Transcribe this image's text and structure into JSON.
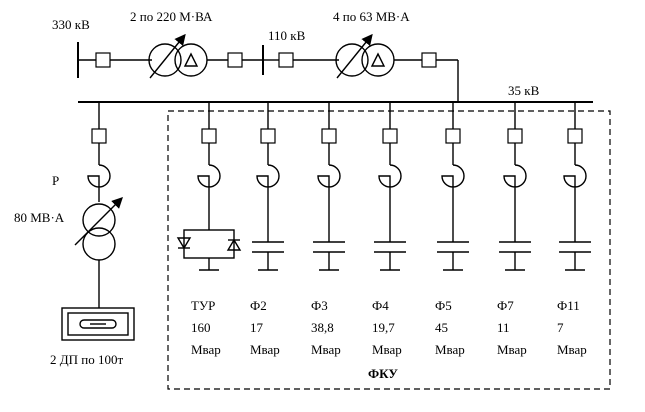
{
  "labels": {
    "voltage_330": "330 кВ",
    "autotransformer": "2 по 220 М·ВА",
    "voltage_110": "110 кВ",
    "transformer_110_35": "4 по 63 МВ·А",
    "voltage_35": "35 кВ",
    "reactor_label": "Р",
    "furnace_transformer": "80 МВ·А",
    "furnace": "2 ДП по 100т",
    "group_label": "ФКУ"
  },
  "feeders": [
    {
      "name": "ТУР",
      "value": "160",
      "unit": "Мвар",
      "kind": "thyristor"
    },
    {
      "name": "Ф2",
      "value": "17",
      "unit": "Мвар",
      "kind": "filter"
    },
    {
      "name": "Ф3",
      "value": "38,8",
      "unit": "Мвар",
      "kind": "filter"
    },
    {
      "name": "Ф4",
      "value": "19,7",
      "unit": "Мвар",
      "kind": "filter"
    },
    {
      "name": "Ф5",
      "value": "45",
      "unit": "Мвар",
      "kind": "filter"
    },
    {
      "name": "Ф7",
      "value": "11",
      "unit": "Мвар",
      "kind": "filter"
    },
    {
      "name": "Ф11",
      "value": "7",
      "unit": "Мвар",
      "kind": "filter"
    }
  ]
}
